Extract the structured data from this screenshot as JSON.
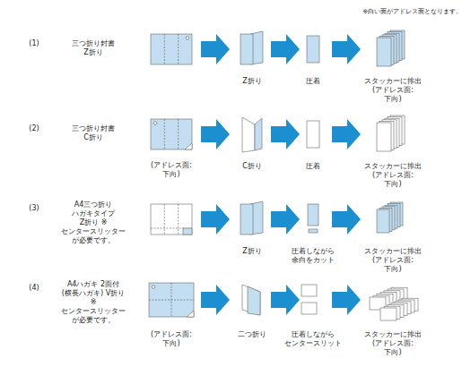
{
  "diagram": {
    "labels": [
      "※白い面がアドレス面となります。",
      "(1)",
      "三つ折り封書 Z折り",
      "Z折り",
      "圧着",
      "スタッカーに排出 (アドレス面:下向)",
      "(2)",
      "三つ折り封書 C折り",
      "(アドレス面:下向)",
      "C折り",
      "圧着",
      "スタッカーに排出 (アドレス面:下向)",
      "(3)",
      "A4三つ折り ハガキタイプ Z折り ※センタースリッター が必要です。",
      "Z折り",
      "圧着しながら 余白をカット",
      "スタッカーに排出 (アドレス面:下向)",
      "(4)",
      "A4ハガキ 2面付(横長ハガキ) V折り ※センタースリッター が必要です。",
      "(アドレス面:下向)",
      "二つ折り",
      "圧着しながら センタースリット",
      "スタッカーに排出 (アドレス面:下向)"
    ]
  }
}
